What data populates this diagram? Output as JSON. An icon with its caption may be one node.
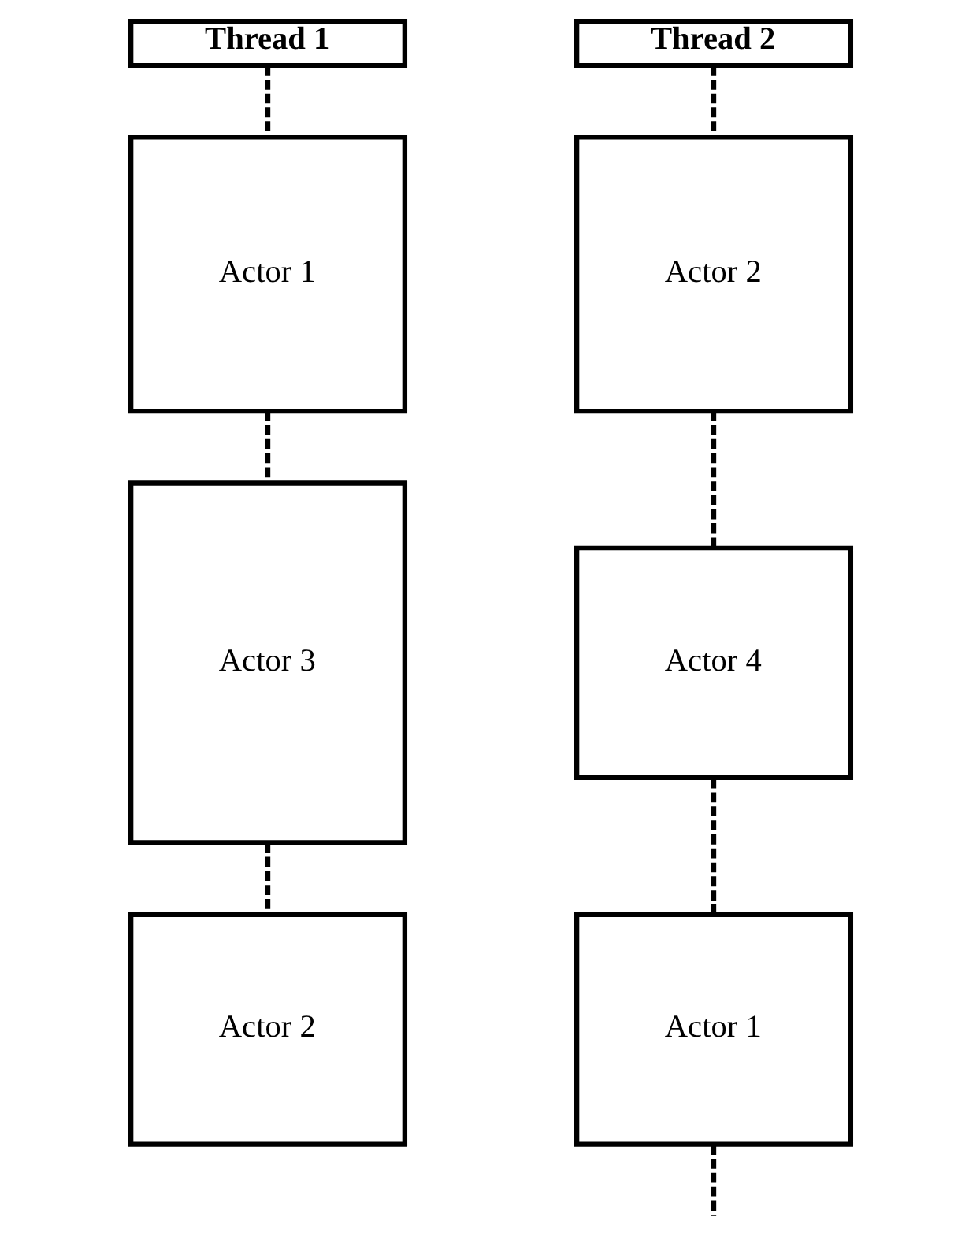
{
  "diagram": {
    "nodes": [
      {
        "text": [
          "Thread 1"
        ]
      },
      {
        "text": [
          "Actor 1"
        ]
      },
      {
        "text": [
          "Actor 3"
        ]
      },
      {
        "text": [
          "Actor 2"
        ]
      },
      {
        "text": [
          "Thread 2"
        ]
      },
      {
        "text": [
          "Actor 2"
        ]
      },
      {
        "text": [
          "Actor 4"
        ]
      },
      {
        "text": [
          "Actor 1"
        ]
      }
    ],
    "edges": [
      {
        "from": 0,
        "to": 1,
        "arrow": "none",
        "style": "dashed"
      },
      {
        "from": 1,
        "to": 2,
        "arrow": "none",
        "style": "dashed"
      },
      {
        "from": 2,
        "to": 3,
        "arrow": "none",
        "style": "dashed"
      },
      {
        "from": 4,
        "to": 5,
        "arrow": "none",
        "style": "dashed"
      },
      {
        "from": 5,
        "to": 6,
        "arrow": "none",
        "style": "dashed"
      },
      {
        "from": 6,
        "to": 7,
        "arrow": "none",
        "style": "dashed"
      },
      {
        "from": 7,
        "to": null,
        "arrow": "none",
        "style": "dashed"
      }
    ]
  }
}
